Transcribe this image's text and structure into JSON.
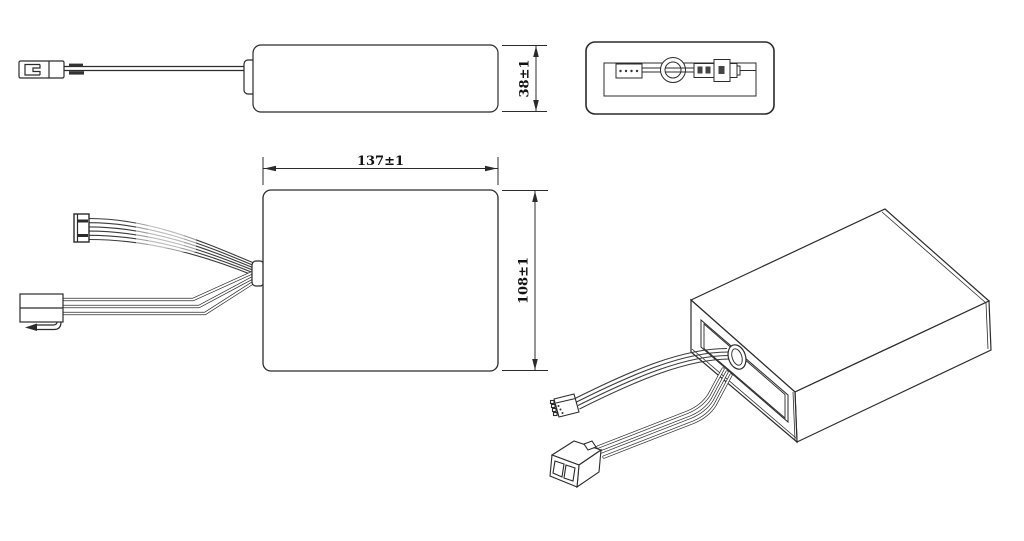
{
  "canvas": {
    "background": "#ffffff",
    "line_color": "#2b2b2b",
    "text_color": "#111111"
  },
  "views": {
    "side_view": {
      "thickness_dim": "38±1"
    },
    "front_view": {
      "width_dim": "137±1",
      "height_dim": "108±1"
    }
  }
}
